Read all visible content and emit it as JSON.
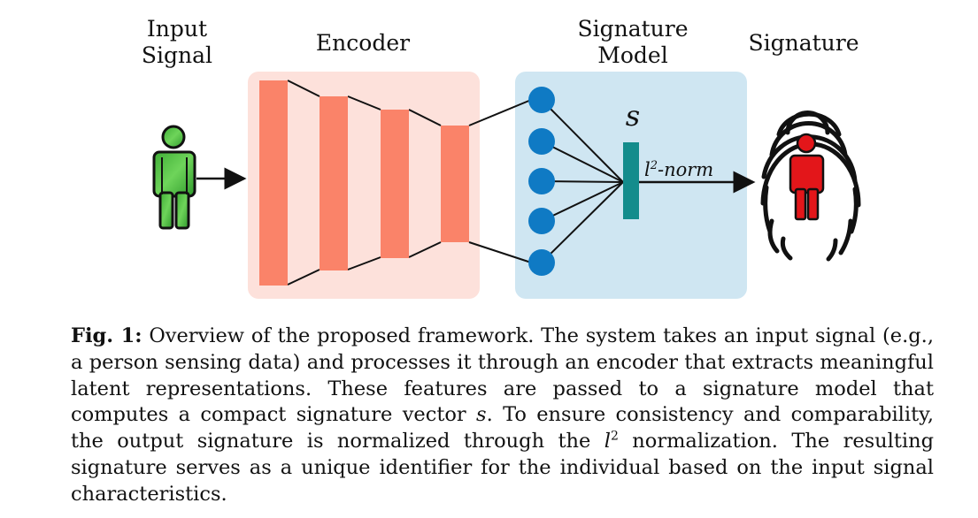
{
  "labels": {
    "input_line1": "Input",
    "input_line2": "Signal",
    "encoder": "Encoder",
    "signature_model_line1": "Signature",
    "signature_model_line2": "Model",
    "signature": "Signature",
    "s_symbol": "s",
    "norm_l": "l",
    "norm_exp": "2",
    "norm_rest": "-norm"
  },
  "caption": {
    "fig_label": "Fig. 1:",
    "part1": " Overview of the proposed framework. The system takes an input signal (e.g., a person sensing data) and processes it through an encoder that extracts meaningful latent representations. These features are passed to a signature model that computes a compact signature vector ",
    "s_symbol": "s",
    "part2": ". To ensure consistency and comparability, the output signature is normalized through the ",
    "l_symbol": "l",
    "l_exp": "2",
    "part3": " normalization. The resulting signature serves as a unique identifier for the individual based on the input signal characteristics."
  },
  "colors": {
    "encoder_bg": "#fde1db",
    "encoder_layer": "#fa8369",
    "signature_bg": "#cfe6f2",
    "node": "#0f7ac4",
    "vector": "#138c8c",
    "person_input": "#4cc641",
    "person_signature": "#e3161a"
  },
  "encoder_layers": 4,
  "signature_nodes": 5
}
